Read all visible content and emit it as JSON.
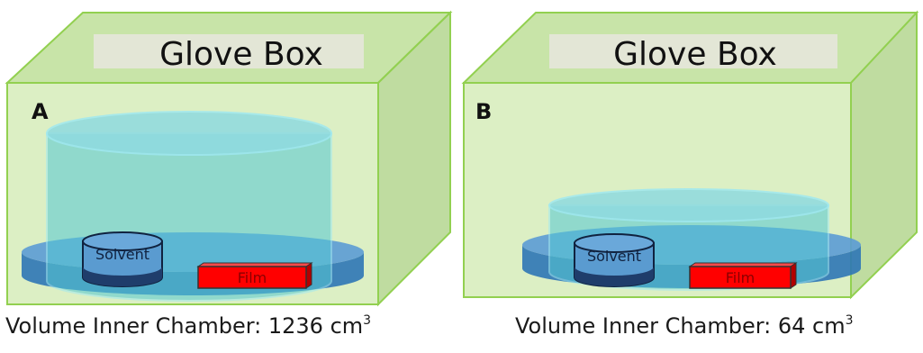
{
  "panels": [
    {
      "box_label": "Glove Box",
      "panel_letter": "A",
      "solvent_label": "Solvent",
      "film_label": "Film",
      "caption_prefix": "Volume Inner Chamber: 1236 cm",
      "caption_exp": "3"
    },
    {
      "box_label": "Glove Box",
      "panel_letter": "B",
      "solvent_label": "Solvent",
      "film_label": "Film",
      "caption_prefix": "Volume Inner Chamber: 64 cm",
      "caption_exp": "3"
    }
  ],
  "colors": {
    "box_front": "#dcefc4",
    "box_top": "#c8e4a8",
    "box_side": "#bfdca0",
    "box_edge": "#92d050",
    "label_band": "#e3e6d6",
    "tray": "#5b9bd5",
    "tray_dark": "#2e75b6",
    "chamber": "#53c8d4",
    "chamber_edge": "#9fe8f0",
    "solvent_body": "#5a9bd0",
    "solvent_dark": "#1f3d6b",
    "film": "#ff0000"
  }
}
